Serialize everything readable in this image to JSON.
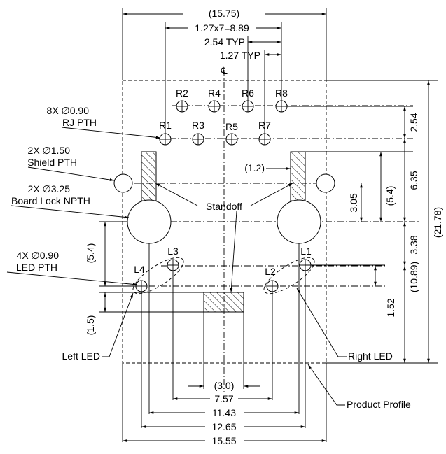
{
  "centerline_symbol": "℄",
  "pin_labels": {
    "r1": "R1",
    "r2": "R2",
    "r3": "R3",
    "r4": "R4",
    "r5": "R5",
    "r6": "R6",
    "r7": "R7",
    "r8": "R8",
    "l1": "L1",
    "l2": "L2",
    "l3": "L3",
    "l4": "L4"
  },
  "callouts": {
    "rj_pth_count": "8X ∅0.90",
    "rj_pth_name": "RJ PTH",
    "shield_pth_count": "2X ∅1.50",
    "shield_pth_name": "Shield PTH",
    "board_lock_count": "2X ∅3.25",
    "board_lock_name": "Board Lock NPTH",
    "led_pth_count": "4X ∅0.90",
    "led_pth_name": "LED PTH",
    "standoff": "Standoff",
    "left_led": "Left LED",
    "right_led": "Right LED",
    "product_profile": "Product Profile"
  },
  "dimensions": {
    "top_overall": "(15.75)",
    "pin_span": "1.27x7=8.89",
    "pitch_typ": "2.54 TYP",
    "half_pitch_typ": "1.27 TYP",
    "standoff_width": "(1.2)",
    "right_row_gap": "2.54",
    "right_shield_to_row": "6.35",
    "right_lock_to_shield": "3.05",
    "right_lock_paren": "(5.4)",
    "right_lock_to_led": "3.38",
    "right_led_gap": "1.52",
    "right_led_paren": "(10.89)",
    "right_overall": "(21.78)",
    "left_led_paren": "(5.4)",
    "left_bottom_paren": "(1.5)",
    "bottom_center": "(3.0)",
    "bottom_757": "7.57",
    "bottom_1143": "11.43",
    "bottom_1265": "12.65",
    "bottom_1555": "15.55"
  }
}
